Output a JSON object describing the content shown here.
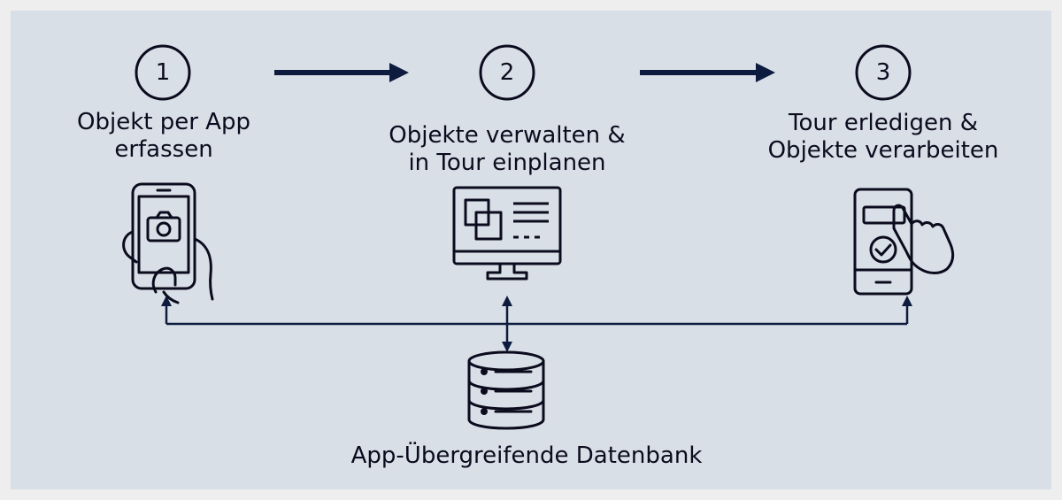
{
  "steps": [
    {
      "number": "1",
      "line1": "Objekt per App",
      "line2": "erfassen"
    },
    {
      "number": "2",
      "line1": "Objekte verwalten &",
      "line2": "in Tour einplanen"
    },
    {
      "number": "3",
      "line1": "Tour erledigen &",
      "line2": "Objekte verarbeiten"
    }
  ],
  "database": {
    "label": "App-Übergreifende Datenbank"
  },
  "colors": {
    "background": "#d9dfe7",
    "outer": "#eeeeee",
    "arrow": "#0d1b3e",
    "icon": "#0b0b1e"
  },
  "icons": [
    "hand-phone-camera-icon",
    "monitor-dashboard-icon",
    "tablet-touch-check-icon",
    "database-server-icon"
  ]
}
